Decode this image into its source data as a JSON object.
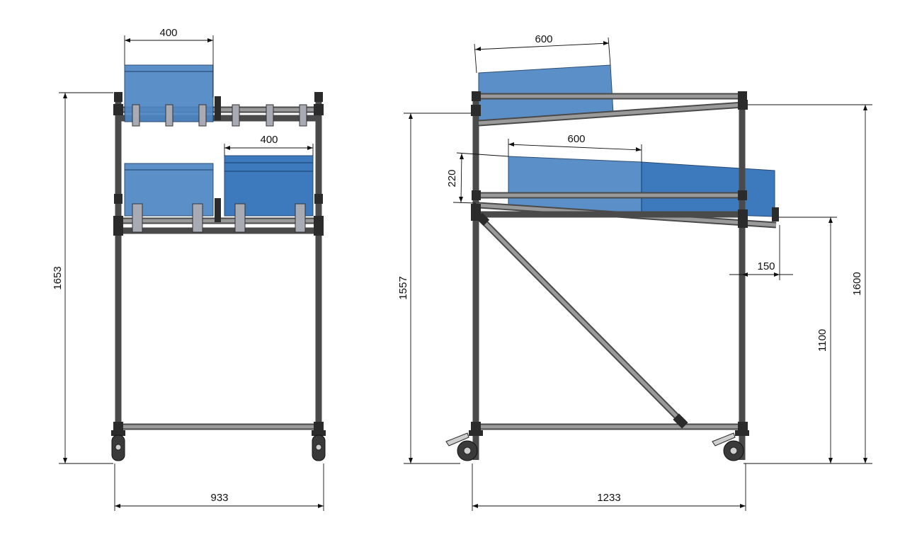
{
  "front_view": {
    "dims": {
      "top_box_width": "400",
      "middle_box_width": "400",
      "total_height": "1653",
      "total_width": "933"
    }
  },
  "side_view": {
    "dims": {
      "top_box_depth": "600",
      "middle_box_depth": "600",
      "box_height": "220",
      "overhang": "150",
      "frame_height": "1557",
      "middle_shelf_height": "1100",
      "overall_height": "1600",
      "overall_depth": "1233"
    }
  },
  "colors": {
    "frame_tube": "#4a4a4a",
    "box_light": "#4e86c4",
    "box_dark": "#2d6fb8",
    "joint": "#2b2b2b",
    "clip": "#a8aab4"
  }
}
